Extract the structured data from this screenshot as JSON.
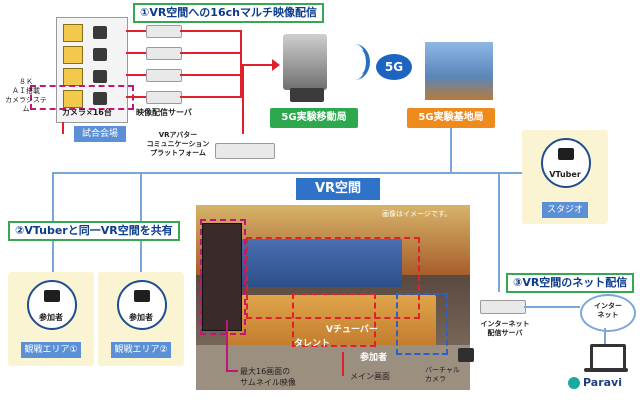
{
  "banners": {
    "b1": "①VR空間への16chマルチ映像配信",
    "b2": "②VTuberと同一VR空間を共有",
    "b3": "③VR空間のネット配信"
  },
  "venue": {
    "cam_label": "カメラ×16台",
    "cam_system": "８Ｋ\nＡＩ搭載\nカメラシステム",
    "server_label": "映像配信サーバ",
    "venue_label": "試合会場"
  },
  "platform": "VRアバター\nコミュニケーション\nプラットフォーム",
  "mobile_station": "5G実験移動局",
  "base_station": "5G実験基地局",
  "g5": "5G",
  "vr_space": "VR空間",
  "image_note": "画像はイメージです。",
  "studio": {
    "who": "VTuber",
    "place": "スタジオ"
  },
  "participants": [
    {
      "who": "参加者",
      "area": "観戦エリア①"
    },
    {
      "who": "参加者",
      "area": "観戦エリア②"
    }
  ],
  "scene_labels": {
    "talent": "タレント",
    "vtuber": "Vチューバー",
    "participant": "参加者",
    "thumbnail": "最大16画面の\nサムネイル映像",
    "main_screen": "メイン画面",
    "virtual_camera": "バーチャル\nカメラ"
  },
  "internet": {
    "server": "インターネット\n配信サーバ",
    "cloud": "インター\nネット"
  },
  "brand": "Paravi",
  "colors": {
    "accent_green": "#2ea84f",
    "accent_orange": "#ef8a1d",
    "line_red": "#e0212b",
    "line_blue": "#7aa7d8",
    "title_blue": "#0c3c8c"
  }
}
